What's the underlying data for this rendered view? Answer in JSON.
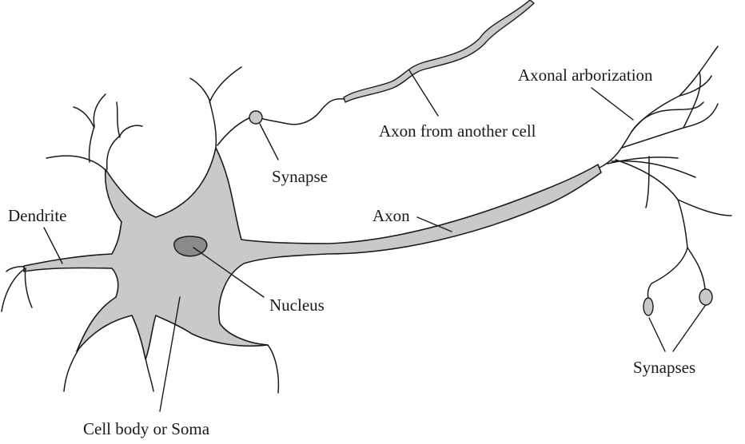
{
  "labels": {
    "dendrite": "Dendrite",
    "cell_body": "Cell body or Soma",
    "nucleus": "Nucleus",
    "axon": "Axon",
    "synapse": "Synapse",
    "axon_from_another_cell": "Axon from another cell",
    "axonal_arborization": "Axonal arborization",
    "synapses": "Synapses"
  },
  "colors": {
    "cell_fill": "#c9c9c9",
    "nucleus_fill": "#8a8a8a",
    "outline": "#1a1a1a",
    "background": "#ffffff"
  }
}
